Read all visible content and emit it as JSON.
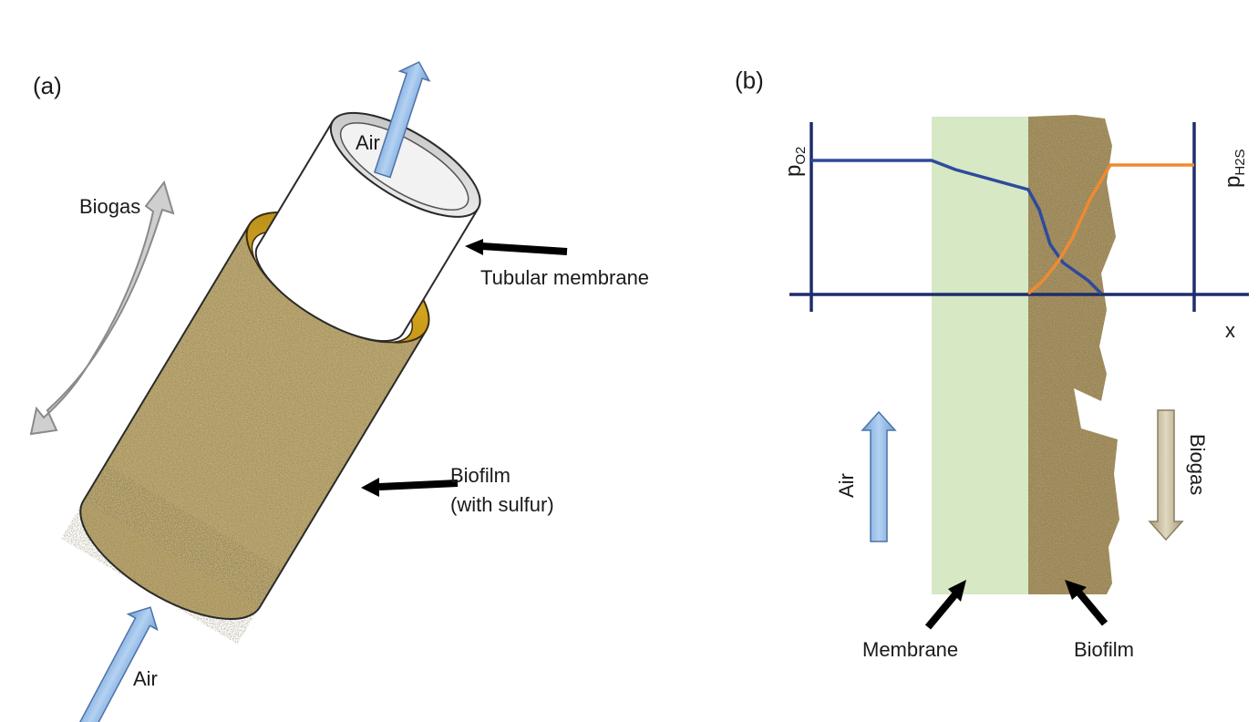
{
  "panel_a": {
    "panel_label": "(a)",
    "labels": {
      "air_top": "Air",
      "biogas": "Biogas",
      "tubular_membrane": "Tubular membrane",
      "biofilm_line1": "Biofilm",
      "biofilm_line2": "(with sulfur)",
      "air_bottom": "Air"
    }
  },
  "panel_b": {
    "panel_label": "(b)",
    "labels": {
      "p_o2_main": "p",
      "p_o2_sub": "O2",
      "p_h2s_main": "p",
      "p_h2s_sub": "H2S",
      "x_axis": "x",
      "air": "Air",
      "biogas": "Biogas",
      "membrane": "Membrane",
      "biofilm": "Biofilm"
    }
  },
  "colors": {
    "axis": "#1f2d6b",
    "o2_profile": "#2e4a9e",
    "h2s_profile": "#f08a30",
    "membrane_zone": "#d6e8c4",
    "biofilm": "#8a7344",
    "biofilm_ring": "#d4a017",
    "air_arrow": "#8fb7e6",
    "biogas_arrow": "#c6bb9c",
    "pointer_arrow": "#000000"
  }
}
